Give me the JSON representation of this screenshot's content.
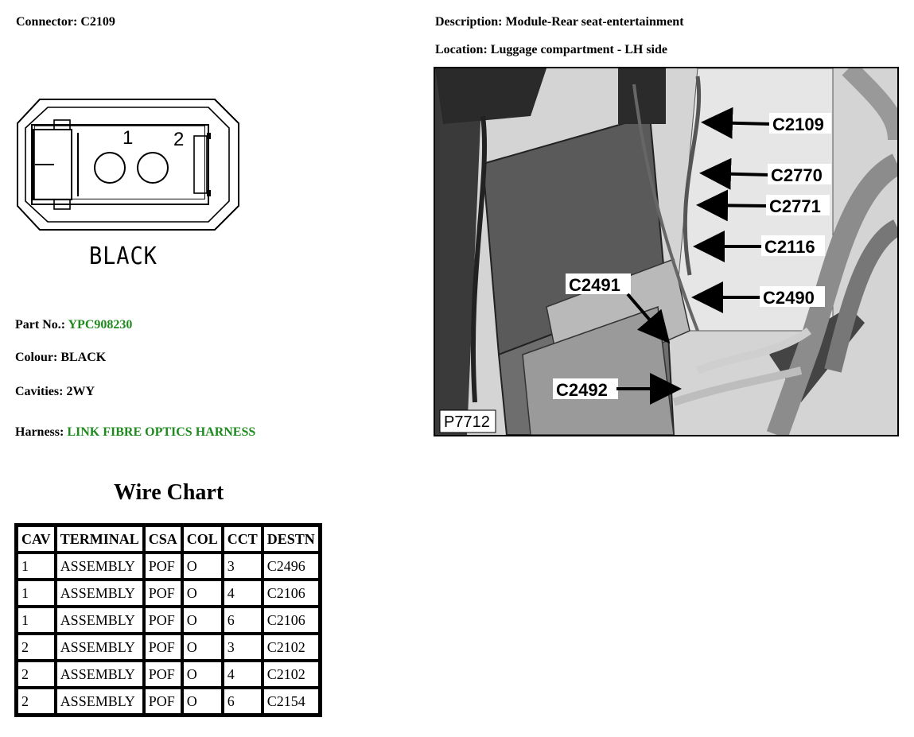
{
  "header": {
    "connector_label": "Connector:",
    "connector_value": "C2109",
    "description_label": "Description:",
    "description_value": "Module-Rear seat-entertainment",
    "location_label": "Location:",
    "location_value": "Luggage compartment - LH side"
  },
  "connector": {
    "pin1": "1",
    "pin2": "2",
    "color_caption": "BLACK"
  },
  "details": {
    "part_no_label": "Part No.:",
    "part_no_value": "YPC908230",
    "colour_label": "Colour:",
    "colour_value": "BLACK",
    "cavities_label": "Cavities:",
    "cavities_value": "2WY",
    "harness_label": "Harness:",
    "harness_value": "LINK FIBRE OPTICS HARNESS"
  },
  "wire_chart": {
    "title": "Wire Chart",
    "headers": [
      "CAV",
      "TERMINAL",
      "CSA",
      "COL",
      "CCT",
      "DESTN"
    ],
    "rows": [
      [
        "1",
        "ASSEMBLY",
        "POF",
        "O",
        "3",
        "C2496"
      ],
      [
        "1",
        "ASSEMBLY",
        "POF",
        "O",
        "4",
        "C2106"
      ],
      [
        "1",
        "ASSEMBLY",
        "POF",
        "O",
        "6",
        "C2106"
      ],
      [
        "2",
        "ASSEMBLY",
        "POF",
        "O",
        "3",
        "C2102"
      ],
      [
        "2",
        "ASSEMBLY",
        "POF",
        "O",
        "4",
        "C2102"
      ],
      [
        "2",
        "ASSEMBLY",
        "POF",
        "O",
        "6",
        "C2154"
      ]
    ]
  },
  "photo": {
    "callouts": [
      "C2109",
      "C2770",
      "C2771",
      "C2116",
      "C2490",
      "C2491",
      "C2492"
    ],
    "photo_id": "P7712"
  },
  "colors": {
    "accent_green": "#1e8a1e"
  }
}
